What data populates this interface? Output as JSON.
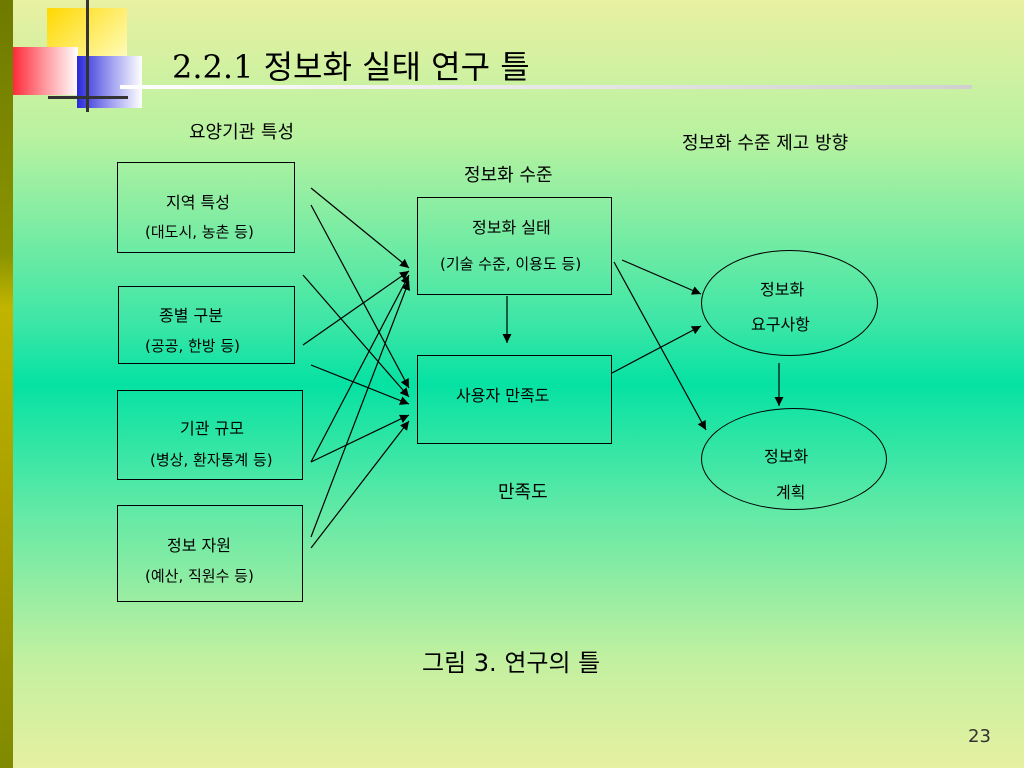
{
  "slide": {
    "title": "2.2.1 정보화 실태 연구 틀",
    "page_number": "23",
    "caption": "그림 3. 연구의 틀"
  },
  "diagram": {
    "section_labels": {
      "characteristics": "요양기관 특성",
      "level": "정보화 수준",
      "satisfaction": "만족도",
      "direction": "정보화 수준 제고 방향"
    },
    "left_boxes": [
      {
        "title": "지역 특성",
        "detail": "(대도시, 농촌 등)"
      },
      {
        "title": "종별 구분",
        "detail": "(공공, 한방 등)"
      },
      {
        "title": "기관 규모",
        "detail": "(병상, 환자통계 등)"
      },
      {
        "title": "정보 자원",
        "detail": "(예산, 직원수 등)"
      }
    ],
    "center_boxes": [
      {
        "title": "정보화 실태",
        "detail": "(기술 수준, 이용도 등)"
      },
      {
        "title": "사용자 만족도"
      }
    ],
    "ellipses": [
      {
        "line1": "정보화",
        "line2": "요구사항"
      },
      {
        "line1": "정보화",
        "line2": "계획"
      }
    ]
  }
}
